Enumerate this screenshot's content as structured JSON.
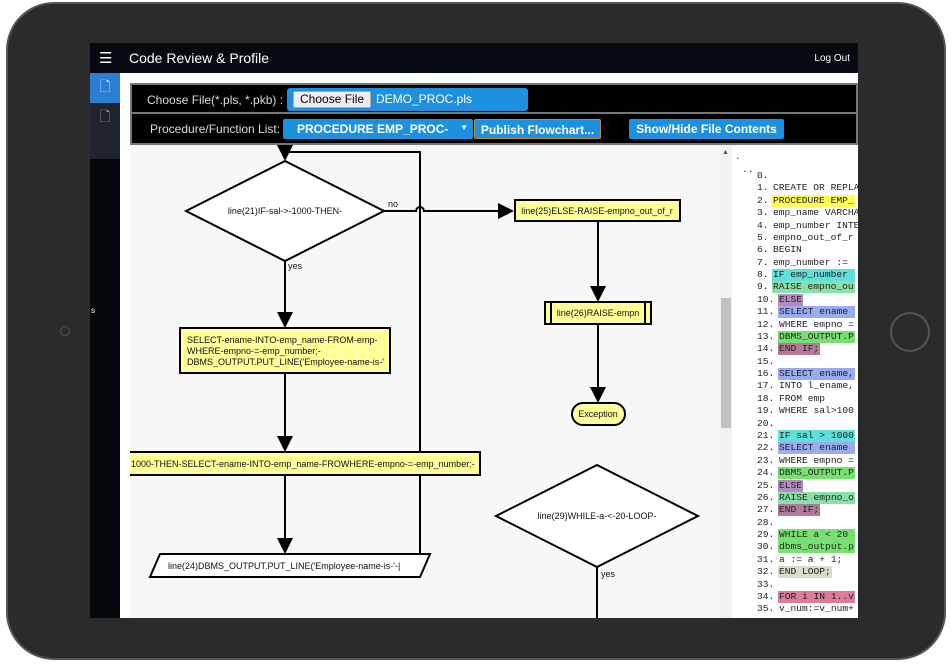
{
  "header": {
    "title": "Code Review & Profile",
    "logout": "Log Out",
    "menu_icon": "hamburger-icon"
  },
  "sidebar": {
    "items": [
      {
        "icon": "file-icon",
        "active": true
      },
      {
        "icon": "file-icon",
        "active": false
      }
    ],
    "overlay_text": "s"
  },
  "controls": {
    "file_label": "Choose File(*.pls, *.pkb) :",
    "choose_button": "Choose File",
    "file_name": "DEMO_PROC.pls",
    "list_label": "Procedure/Function List:",
    "selected_procedure": "PROCEDURE EMP_PROC-",
    "publish_button": "Publish Flowchart...",
    "toggle_button": "Show/Hide File Contents"
  },
  "flowchart": {
    "decision1": "line(21)IF-sal->-1000-THEN-",
    "no_label": "no",
    "yes_label1": "yes",
    "process1": [
      "SELECT-ename-INTO-emp_name-FROM-emp-",
      "WHERE-empno-=-emp_number;-",
      "DBMS_OUTPUT.PUT_LINE('Employee-name-is-'"
    ],
    "process2": "1000-THEN-SELECT-ename-INTO-emp_name-FROWHERE-empno-=-emp_number;-",
    "io1": "line(24)DBMS_OUTPUT.PUT_LINE('Employee-name-is-'-|",
    "process3": "line(25)ELSE-RAISE-empno_out_of_r",
    "subroutine1": "line(26)RAISE-empn",
    "terminal1": "Exception",
    "decision2": "line(29)WHILE-a-<-20-LOOP-",
    "yes_label2": "yes",
    "node_fill": "#ffff99"
  },
  "code": {
    "header_lines": [
      ".",
      ".."
    ],
    "lines": [
      {
        "n": "0.",
        "t": ""
      },
      {
        "n": "1.",
        "t": "CREATE OR REPLA"
      },
      {
        "n": "2.",
        "t": "PROCEDURE EMP_",
        "hl": "#ffff55"
      },
      {
        "n": "3.",
        "t": "emp_name VARCHA"
      },
      {
        "n": "4.",
        "t": "emp_number INTE"
      },
      {
        "n": "5.",
        "t": "empno_out_of_r"
      },
      {
        "n": "6.",
        "t": "BEGIN"
      },
      {
        "n": "7.",
        "t": "emp_number :="
      },
      {
        "n": "8.",
        "t": "IF emp_number ",
        "hl": "#5fe0dc"
      },
      {
        "n": "9.",
        "t": "RAISE empno_ou",
        "hl": "#88e0aa"
      },
      {
        "n": "10.",
        "t": "ELSE",
        "hl": "#b48ac0"
      },
      {
        "n": "11.",
        "t": "SELECT ename ",
        "hl": "#9aabf0"
      },
      {
        "n": "12.",
        "t": "WHERE empno ="
      },
      {
        "n": "13.",
        "t": "DBMS_OUTPUT.P",
        "hl": "#77e070"
      },
      {
        "n": "14.",
        "t": "END IF;",
        "hl": "#b07a98"
      },
      {
        "n": "15.",
        "t": ""
      },
      {
        "n": "16.",
        "t": "SELECT ename,",
        "hl": "#9aabf0"
      },
      {
        "n": "17.",
        "t": "INTO l_ename,"
      },
      {
        "n": "18.",
        "t": "FROM emp"
      },
      {
        "n": "19.",
        "t": "WHERE sal>100"
      },
      {
        "n": "20.",
        "t": ""
      },
      {
        "n": "21.",
        "t": "IF sal > 1000",
        "hl": "#5fe0dc"
      },
      {
        "n": "22.",
        "t": "SELECT ename ",
        "hl": "#9aabf0"
      },
      {
        "n": "23.",
        "t": "WHERE empno ="
      },
      {
        "n": "24.",
        "t": "DBMS_OUTPUT.P",
        "hl": "#77e070"
      },
      {
        "n": "25.",
        "t": "ELSE",
        "hl": "#b48ac0"
      },
      {
        "n": "26.",
        "t": "RAISE empno_o",
        "hl": "#88e0aa"
      },
      {
        "n": "27.",
        "t": "END IF;",
        "hl": "#b07a98"
      },
      {
        "n": "28.",
        "t": ""
      },
      {
        "n": "29.",
        "t": "WHILE a < 20 ",
        "hl": "#77e070"
      },
      {
        "n": "30.",
        "t": "dbms_output.p",
        "hl": "#77e070"
      },
      {
        "n": "31.",
        "t": "a := a + 1;"
      },
      {
        "n": "32.",
        "t": "END LOOP;",
        "hl": "#d8dcc8"
      },
      {
        "n": "33.",
        "t": ""
      },
      {
        "n": "34.",
        "t": "FOR i IN 1..v",
        "hl": "#dd7c98"
      },
      {
        "n": "35.",
        "t": "v_num:=v_num+"
      }
    ]
  }
}
